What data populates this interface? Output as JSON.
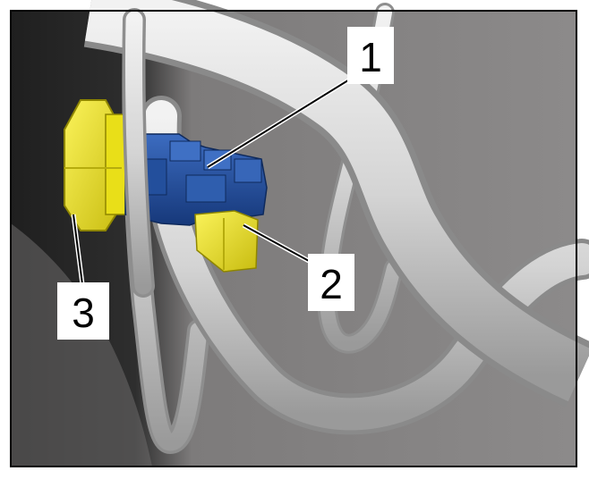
{
  "callouts": [
    {
      "id": "1",
      "label": "1"
    },
    {
      "id": "2",
      "label": "2"
    },
    {
      "id": "3",
      "label": "3"
    }
  ],
  "colors": {
    "background_gray": "#8a8888",
    "dark_panel": "#2a2a2a",
    "pipe_gray": "#cfcfcf",
    "pipe_shadow": "#8e8e8e",
    "nut_yellow": "#f2ea1a",
    "connector_blue": "#2a56a8",
    "connector_blue_dark": "#163a7c",
    "lock_yellow": "#f3e61c",
    "frame": "#000000"
  }
}
